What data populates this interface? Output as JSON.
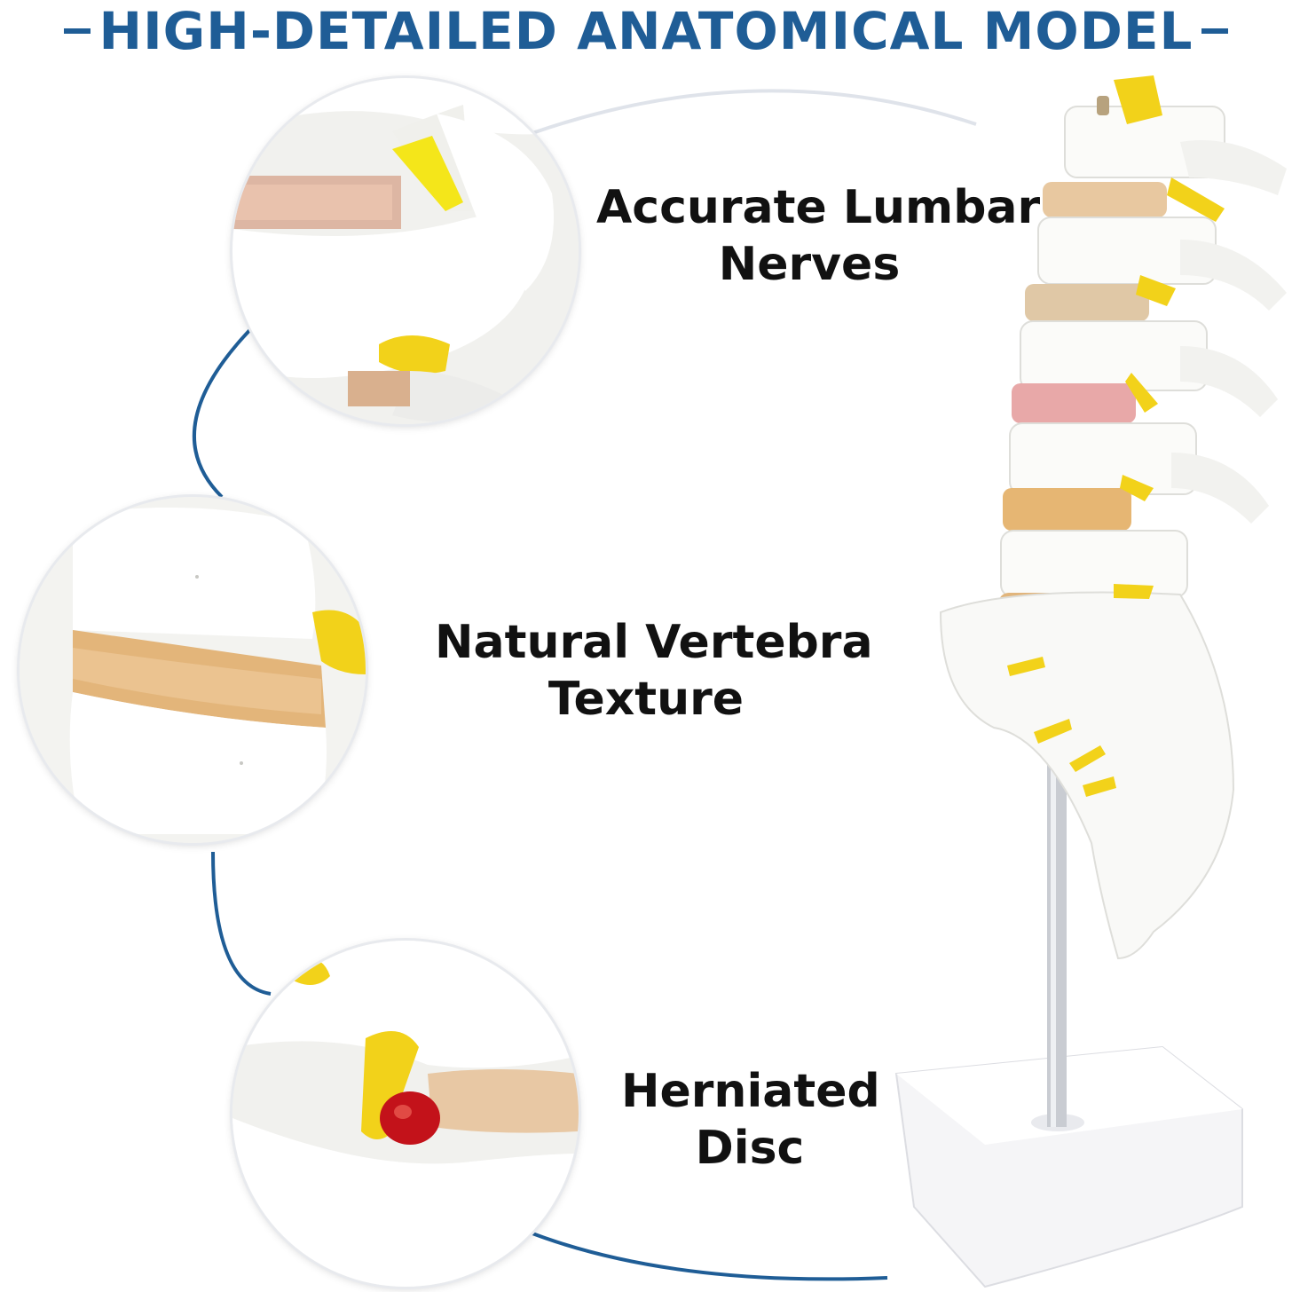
{
  "header": {
    "title": "HIGH-DETAILED ANATOMICAL MODEL"
  },
  "features": [
    {
      "line1": "Accurate Lumbar",
      "line2": "Nerves"
    },
    {
      "line1": "Natural Vertebra",
      "line2": "Texture"
    },
    {
      "line1": "Herniated",
      "line2": "Disc"
    }
  ],
  "colors": {
    "accent": "#1f5d96",
    "bone": "#f6f6f4",
    "nerve": "#f2d21a",
    "disc": "#e2b98a",
    "herniation": "#c3121a"
  }
}
